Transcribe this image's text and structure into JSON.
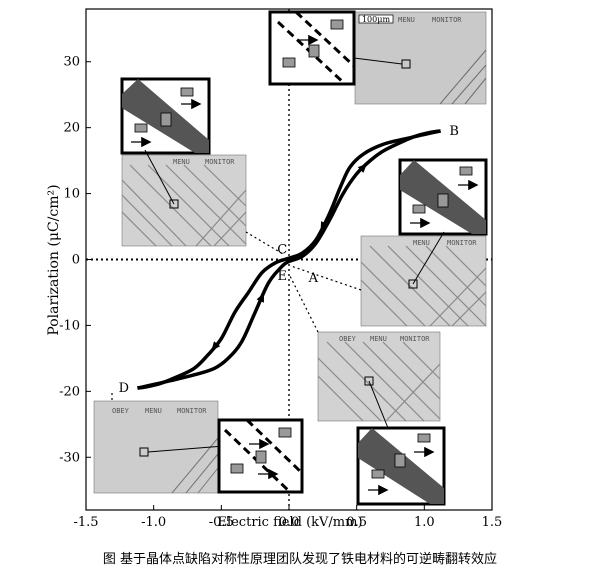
{
  "chart_data": {
    "type": "line",
    "title": "",
    "xlabel": "Electric field (kV/mm)",
    "ylabel": "Polarization (μC/cm²)",
    "xlim": [
      -1.5,
      1.5
    ],
    "ylim": [
      -38,
      38
    ],
    "x_ticks": [
      -1.5,
      -1.0,
      -0.5,
      0.0,
      0.5,
      1.0,
      1.5
    ],
    "x_tick_labels": [
      "-1.5",
      "-1.0",
      "-0.5",
      "0.0",
      "0.5",
      "1.0",
      "1.5"
    ],
    "y_ticks": [
      -30,
      -20,
      -10,
      0,
      10,
      20,
      30
    ],
    "y_tick_labels": [
      "-30",
      "-20",
      "-10",
      "0",
      "10",
      "20",
      "30"
    ],
    "grid": false,
    "series": [
      {
        "name": "",
        "x": [
          -1.12,
          -0.9,
          -0.7,
          -0.55,
          -0.45,
          -0.35,
          -0.25,
          -0.15,
          -0.05,
          0.0,
          0.1,
          0.2,
          0.3,
          0.4,
          0.5,
          0.6,
          0.7,
          0.85,
          0.95,
          1.05,
          1.12
        ],
        "y": [
          -19.5,
          -18.5,
          -17.5,
          -16.5,
          -15.0,
          -12.5,
          -8.0,
          -3.5,
          -1.0,
          -0.3,
          0.5,
          2.5,
          6.0,
          10.0,
          13.0,
          15.0,
          16.5,
          18.0,
          18.8,
          19.3,
          19.5
        ]
      },
      {
        "name": "",
        "x": [
          1.12,
          0.9,
          0.7,
          0.55,
          0.45,
          0.38,
          0.3,
          0.2,
          0.1,
          0.0,
          -0.1,
          -0.2,
          -0.3,
          -0.4,
          -0.5,
          -0.6,
          -0.7,
          -0.85,
          -0.95,
          -1.05,
          -1.12
        ],
        "y": [
          19.5,
          18.5,
          17.5,
          16.0,
          14.0,
          11.0,
          7.0,
          3.0,
          1.0,
          0.2,
          -0.5,
          -2.0,
          -5.0,
          -8.0,
          -12.0,
          -14.5,
          -16.5,
          -18.0,
          -18.8,
          -19.3,
          -19.5
        ]
      }
    ],
    "point_labels": [
      {
        "text": "A",
        "x": 0.18,
        "y": -2.8
      },
      {
        "text": "B",
        "x": 1.22,
        "y": 19.5
      },
      {
        "text": "C",
        "x": -0.05,
        "y": 1.5
      },
      {
        "text": "D",
        "x": -1.22,
        "y": -19.5
      },
      {
        "text": "E",
        "x": -0.05,
        "y": -2.5
      }
    ],
    "inset_texts": {
      "scale_bar": "100μm",
      "micro_tags": [
        "OBEY",
        "MENU",
        "MONITOR"
      ]
    }
  },
  "caption": "图   基于晶体点缺陷对称性原理团队发现了铁电材料的可逆畴翻转效应"
}
